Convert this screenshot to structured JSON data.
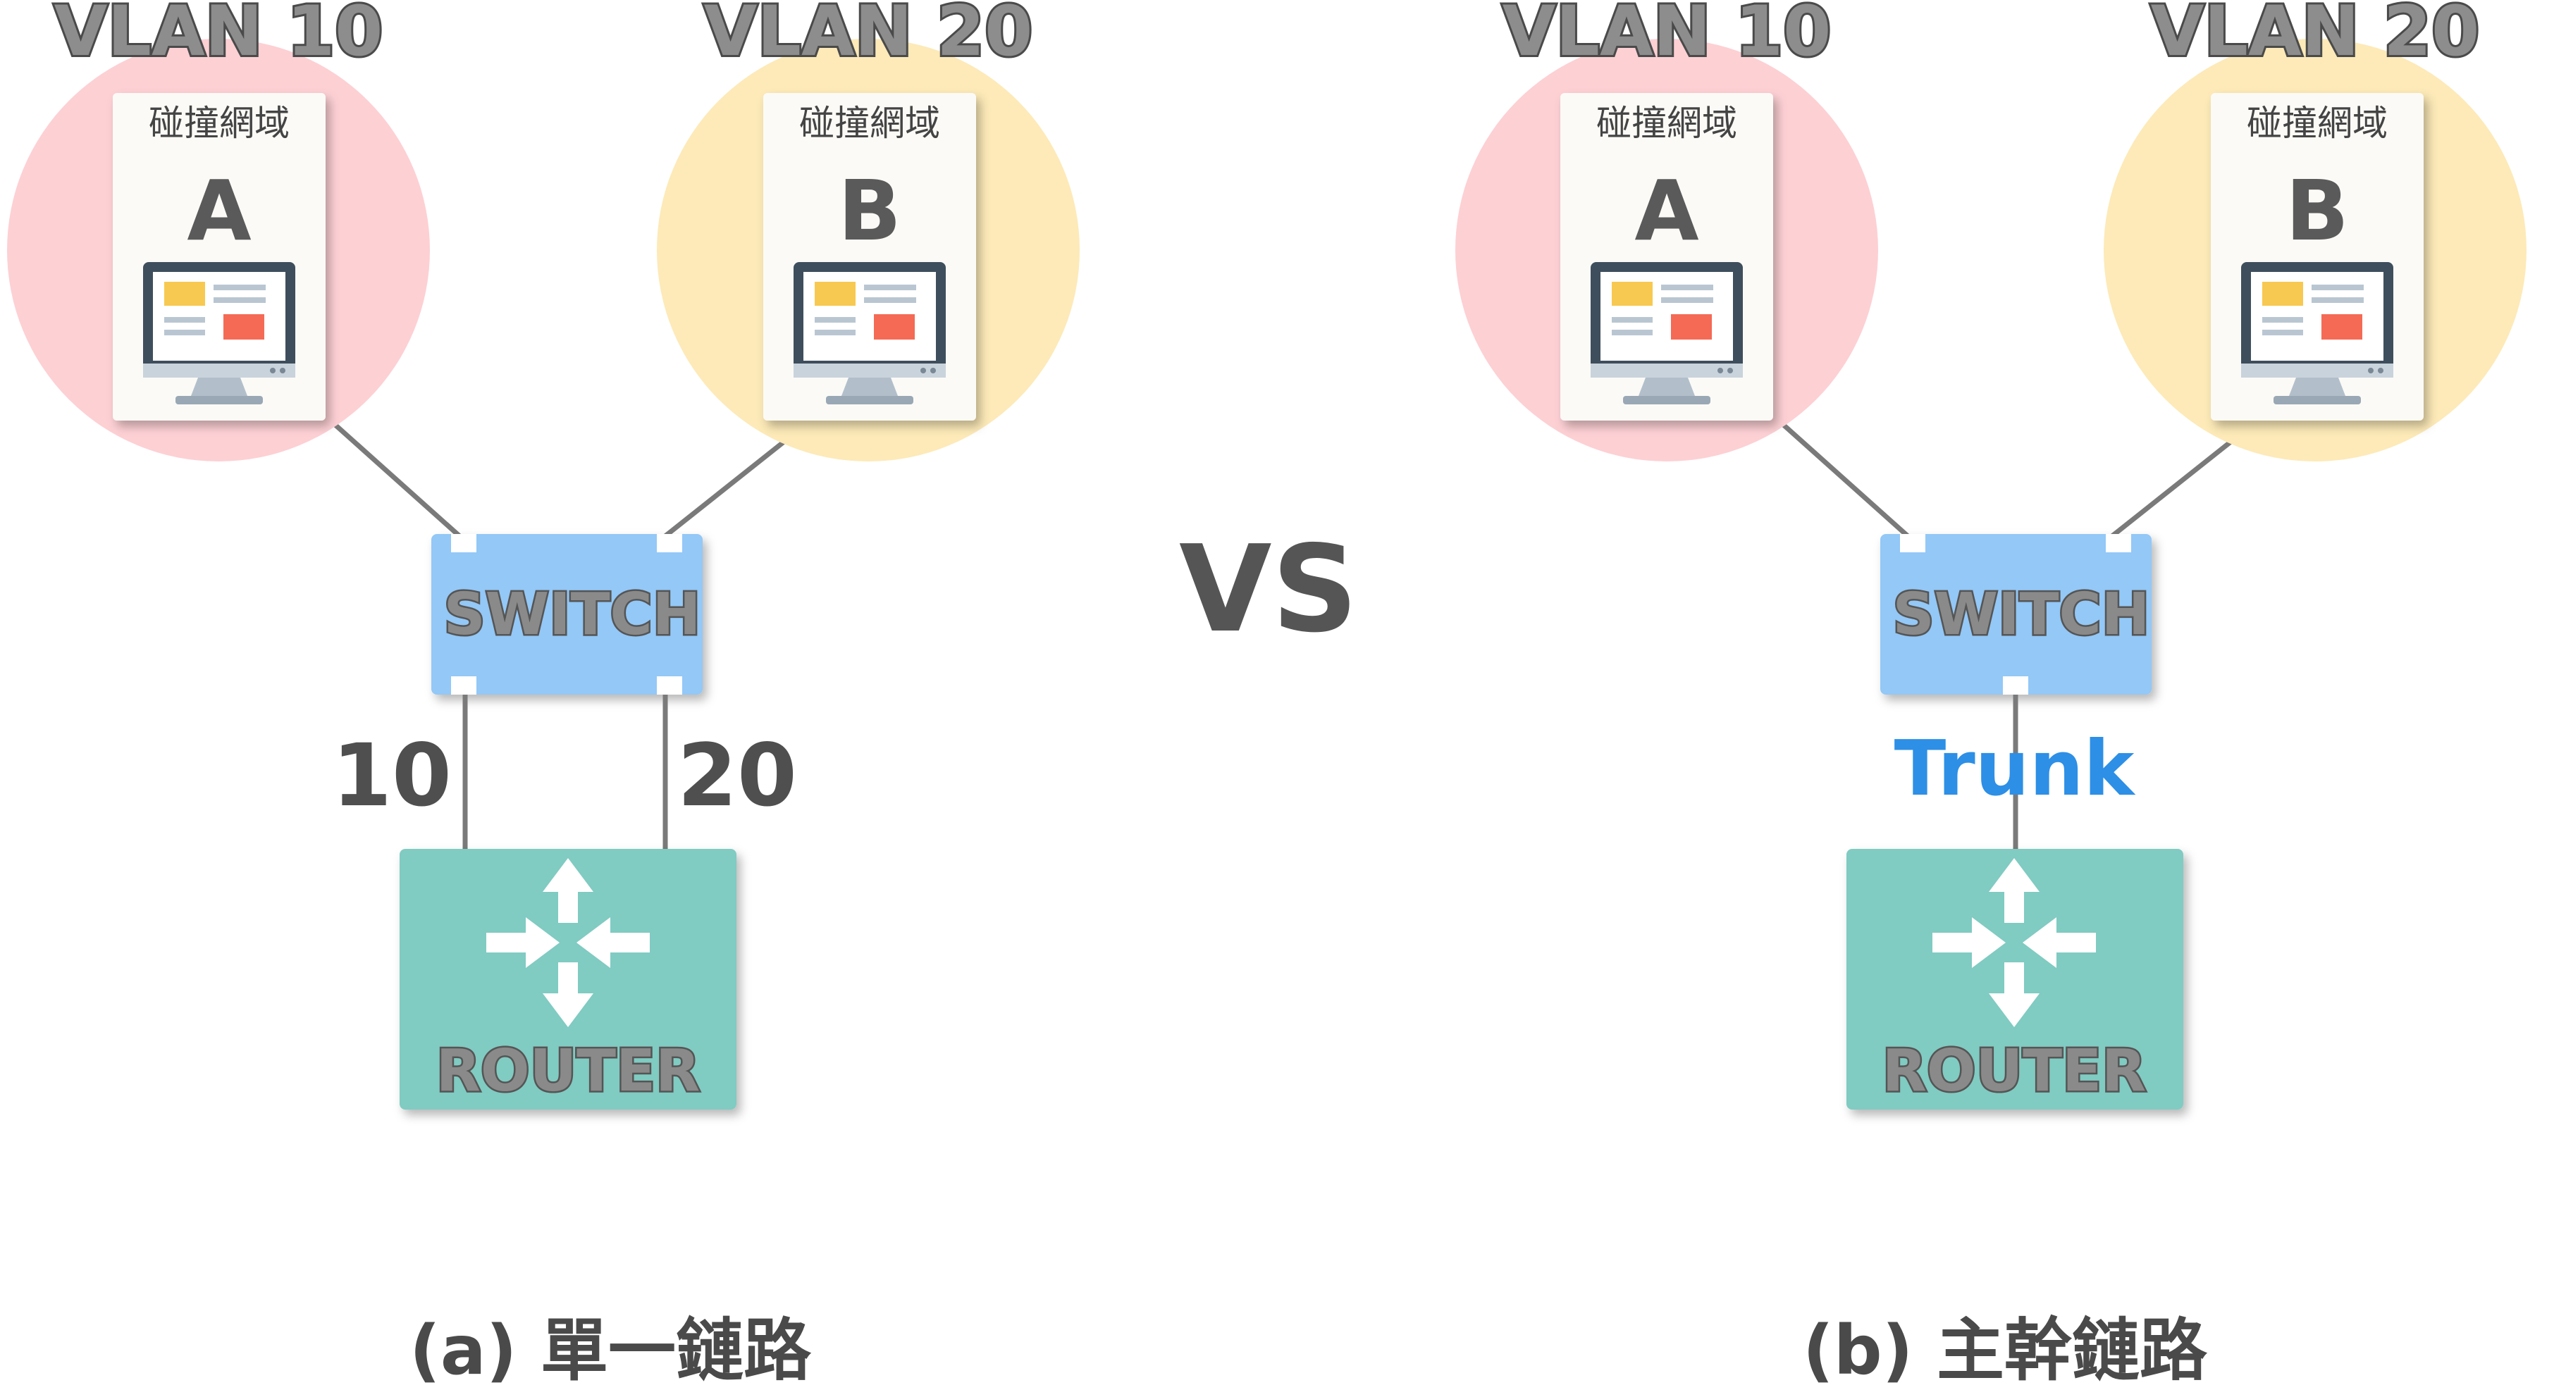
{
  "vs_label": "VS",
  "left": {
    "vlan_a": "VLAN 10",
    "vlan_b": "VLAN 20",
    "domain_a": "碰撞網域",
    "domain_b": "碰撞網域",
    "letter_a": "A",
    "letter_b": "B",
    "switch_label": "SWITCH",
    "router_label": "ROUTER",
    "port_left": "10",
    "port_right": "20",
    "caption": "(a) 單一鏈路"
  },
  "right": {
    "vlan_a": "VLAN 10",
    "vlan_b": "VLAN 20",
    "domain_a": "碰撞網域",
    "domain_b": "碰撞網域",
    "letter_a": "A",
    "letter_b": "B",
    "switch_label": "SWITCH",
    "router_label": "ROUTER",
    "trunk_label": "Trunk",
    "caption": "(b) 主幹鏈路"
  },
  "colors": {
    "vlan10_circle": "#fdd0d4",
    "vlan20_circle": "#fdeab8",
    "card": "#fbfaf6",
    "switch": "#93c8f7",
    "router": "#80cbc2",
    "trunk_text": "#2d8fe6",
    "monitor_frame": "#3e4e5c",
    "monitor_accent_yellow": "#f8c950",
    "monitor_accent_red": "#f46a55"
  },
  "icons": {
    "computer": "desktop-monitor-icon",
    "router": "router-arrows-icon"
  }
}
